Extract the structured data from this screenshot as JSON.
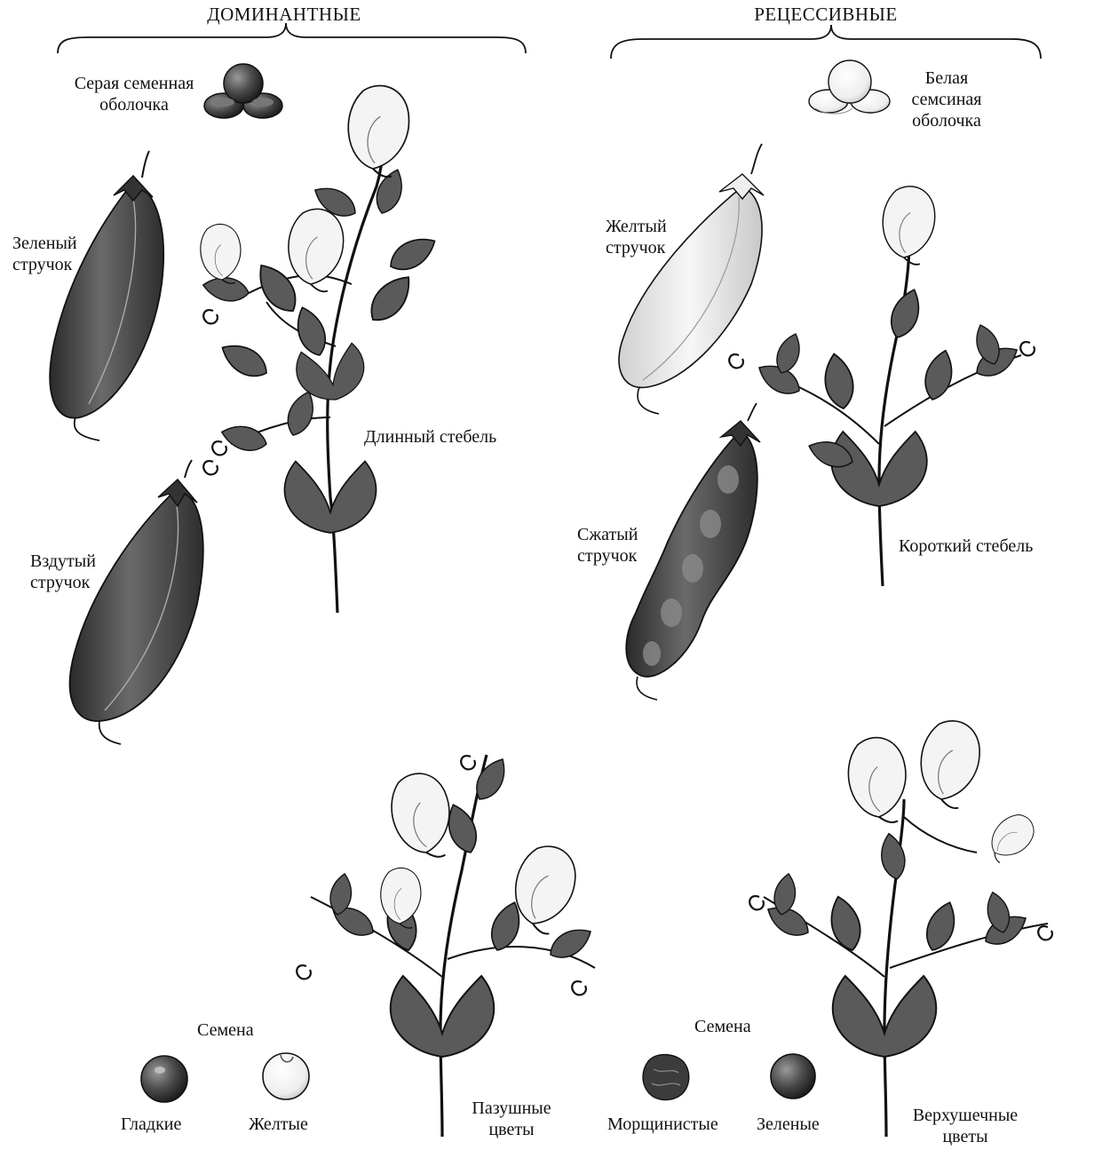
{
  "headers": {
    "dominant": "ДОМИНАНТНЫЕ",
    "recessive": "РЕЦЕССИВНЫЕ"
  },
  "dominant": {
    "seed_coat": {
      "line1": "Серая семенная",
      "line2": "оболочка"
    },
    "pod_color": {
      "line1": "Зеленый",
      "line2": "стручок"
    },
    "pod_shape": {
      "line1": "Вздутый",
      "line2": "стручок"
    },
    "stem": "Длинный стебель",
    "seeds_title": "Семена",
    "seed_shape": "Гладкие",
    "seed_color": "Желтые",
    "flower_position": {
      "line1": "Пазушные",
      "line2": "цветы"
    }
  },
  "recessive": {
    "seed_coat": {
      "line1": "Белая",
      "line2": "семсиная",
      "line3": "оболочка"
    },
    "pod_color": {
      "line1": "Желтый",
      "line2": "стручок"
    },
    "pod_shape": {
      "line1": "Сжатый",
      "line2": "стручок"
    },
    "stem": "Короткий стебель",
    "seeds_title": "Семена",
    "seed_shape": "Морщинистые",
    "seed_color": "Зеленые",
    "flower_position": {
      "line1": "Верхушечные",
      "line2": "цветы"
    }
  },
  "colors": {
    "ink": "#111111",
    "dark_fill": "#4a4a4a",
    "medium_fill": "#6e6e6e",
    "light_fill": "#f2f2f2",
    "paper": "#ffffff"
  }
}
